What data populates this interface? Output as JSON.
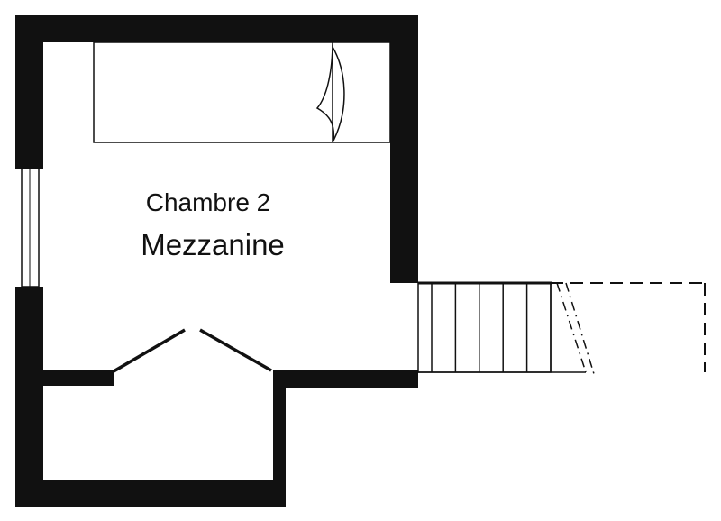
{
  "room": {
    "name": "Chambre 2",
    "subtitle": "Mezzanine"
  },
  "colors": {
    "wall": "#111111",
    "background": "#ffffff"
  },
  "stairs": {
    "steps": 6
  }
}
